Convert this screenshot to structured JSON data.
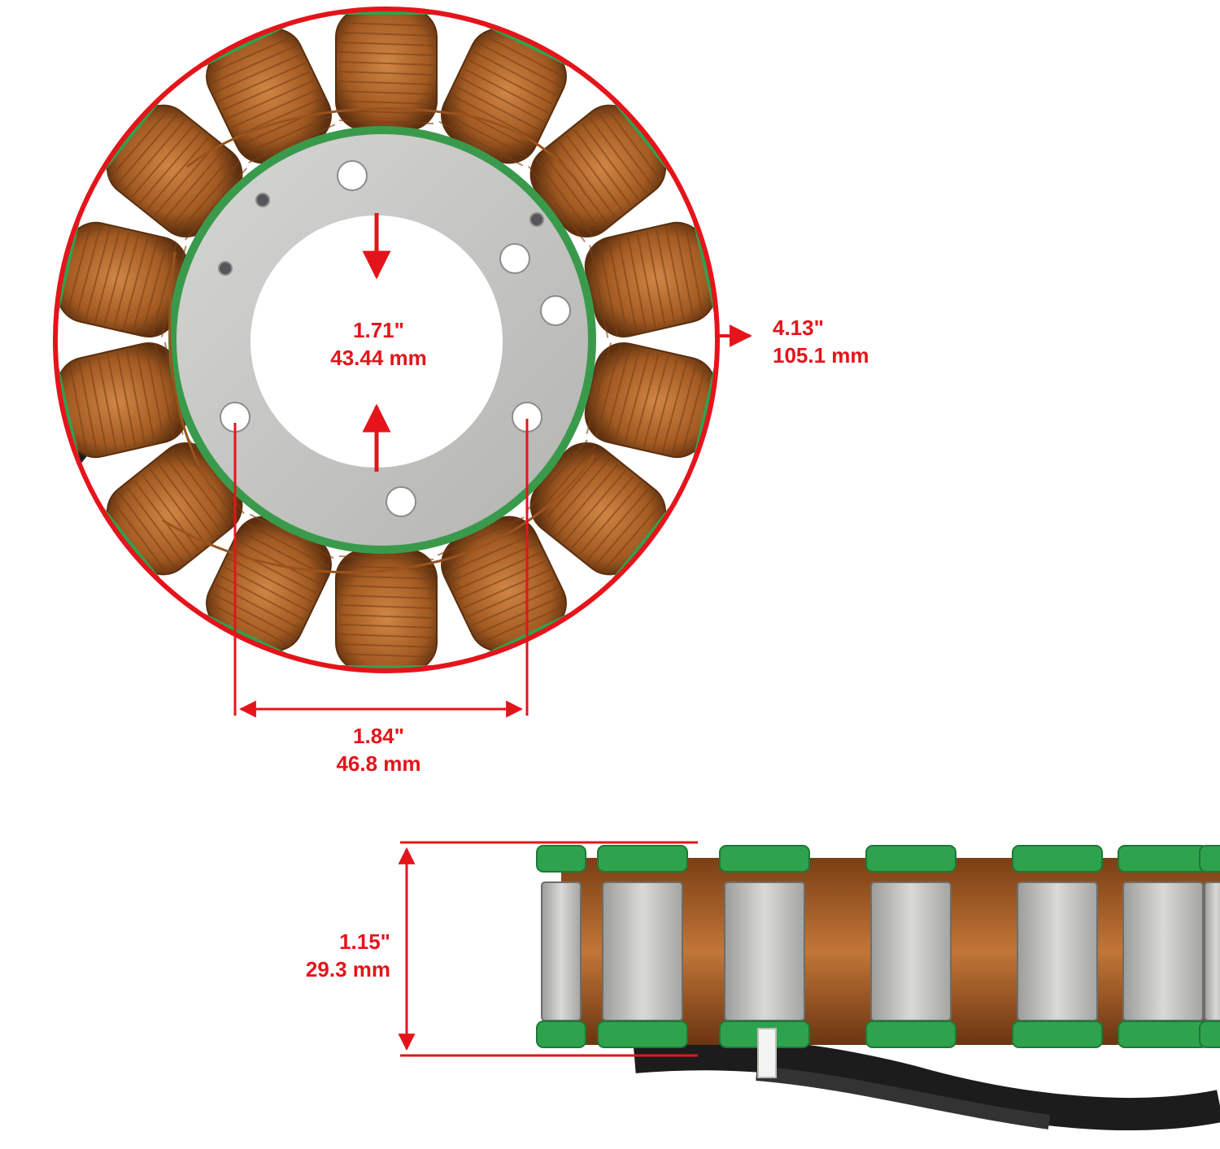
{
  "colors": {
    "dimension": "#e5141b",
    "copper": "#b4682c",
    "copper_dark": "#6e3a12",
    "insulator_green": "#2fa24e",
    "core_metal": "#c8c8c6",
    "cable": "#1c1c1c"
  },
  "dimensions": {
    "inner_diameter": {
      "inch": "1.71\"",
      "mm": "43.44 mm"
    },
    "outer_diameter": {
      "inch": "4.13\"",
      "mm": "105.1 mm"
    },
    "bolt_spacing": {
      "inch": "1.84\"",
      "mm": "46.8 mm"
    },
    "height": {
      "inch": "1.15\"",
      "mm": "29.3 mm"
    }
  },
  "views": {
    "top": {
      "coil_count": 14
    },
    "side": {
      "visible_poles": 7
    }
  }
}
